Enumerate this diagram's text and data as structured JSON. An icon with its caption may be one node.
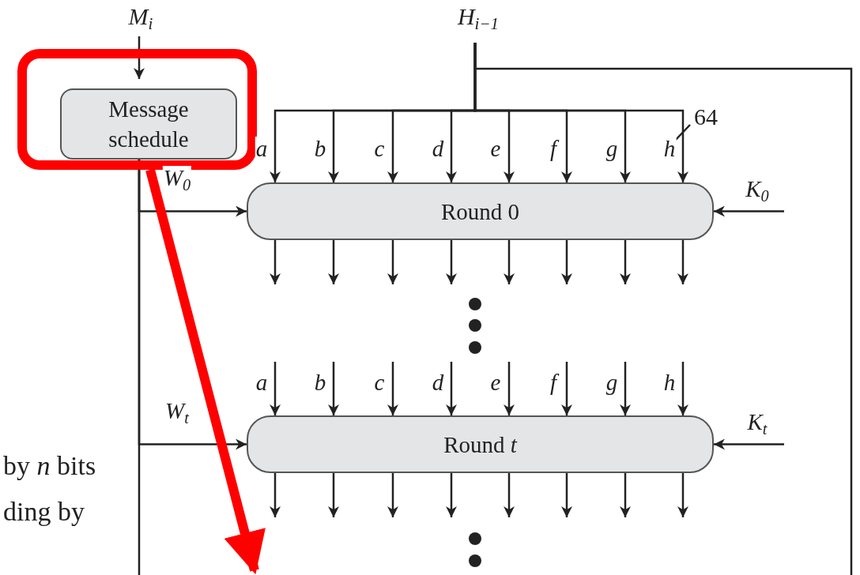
{
  "diagram": {
    "nodes": [
      {
        "text": [],
        "shape": "box"
      },
      {
        "text": [
          "Message schedule"
        ],
        "in": 0
      },
      {
        "text": [
          "M$_{i}$"
        ]
      },
      {
        "text": [
          "H$_{i−1}$"
        ]
      },
      {
        "text": [
          "Round 0"
        ]
      },
      {
        "text": [
          "Round *t*"
        ]
      }
    ],
    "edges": [
      {
        "from": 2,
        "to": 1,
        "arrow": "to"
      },
      {
        "from": 1,
        "to": 4,
        "arrow": "to",
        "label": "W$_{0}$"
      },
      {
        "from": 1,
        "to": 5,
        "arrow": "to",
        "label": "W$_{t}$"
      },
      {
        "from": 1,
        "to": null,
        "arrow": "none"
      },
      {
        "from": 3,
        "to": 4,
        "arrow": "to",
        "label": "a"
      },
      {
        "from": 3,
        "to": 4,
        "arrow": "to",
        "label": "b"
      },
      {
        "from": 3,
        "to": 4,
        "arrow": "to",
        "label": "c"
      },
      {
        "from": 3,
        "to": 4,
        "arrow": "to",
        "label": "d"
      },
      {
        "from": 3,
        "to": 4,
        "arrow": "to",
        "label": "e"
      },
      {
        "from": 3,
        "to": 4,
        "arrow": "to",
        "label": "f"
      },
      {
        "from": 3,
        "to": 4,
        "arrow": "to",
        "label": "g"
      },
      {
        "from": 3,
        "to": 4,
        "arrow": "to",
        "label": "h"
      },
      {
        "from": 3,
        "to": null,
        "arrow": "none"
      },
      {
        "from": 4,
        "to": null,
        "arrow": "to"
      },
      {
        "from": 4,
        "to": null,
        "arrow": "to"
      },
      {
        "from": 4,
        "to": null,
        "arrow": "to"
      },
      {
        "from": 4,
        "to": null,
        "arrow": "to"
      },
      {
        "from": 4,
        "to": null,
        "arrow": "to"
      },
      {
        "from": 4,
        "to": null,
        "arrow": "to"
      },
      {
        "from": 4,
        "to": null,
        "arrow": "to"
      },
      {
        "from": 4,
        "to": null,
        "arrow": "to"
      },
      {
        "from": null,
        "to": 5,
        "arrow": "to",
        "label": "a"
      },
      {
        "from": null,
        "to": 5,
        "arrow": "to",
        "label": "b"
      },
      {
        "from": null,
        "to": 5,
        "arrow": "to",
        "label": "c"
      },
      {
        "from": null,
        "to": 5,
        "arrow": "to",
        "label": "d"
      },
      {
        "from": null,
        "to": 5,
        "arrow": "to",
        "label": "e"
      },
      {
        "from": null,
        "to": 5,
        "arrow": "to",
        "label": "f"
      },
      {
        "from": null,
        "to": 5,
        "arrow": "to",
        "label": "g"
      },
      {
        "from": null,
        "to": 5,
        "arrow": "to",
        "label": "h"
      },
      {
        "from": 5,
        "to": null,
        "arrow": "to"
      },
      {
        "from": 5,
        "to": null,
        "arrow": "to"
      },
      {
        "from": 5,
        "to": null,
        "arrow": "to"
      },
      {
        "from": 5,
        "to": null,
        "arrow": "to"
      },
      {
        "from": 5,
        "to": null,
        "arrow": "to"
      },
      {
        "from": 5,
        "to": null,
        "arrow": "to"
      },
      {
        "from": 5,
        "to": null,
        "arrow": "to"
      },
      {
        "from": 5,
        "to": null,
        "arrow": "to"
      },
      {
        "from": null,
        "to": 4,
        "arrow": "to",
        "label": "K$_{0}$"
      },
      {
        "from": null,
        "to": 5,
        "arrow": "to",
        "label": "K$_{t}$"
      },
      {
        "from": 0,
        "to": null,
        "arrow": "to",
        "style": "thick",
        "color": "#ff0000"
      }
    ],
    "labels": [
      "64",
      "by *n* bits",
      "ding by"
    ]
  }
}
